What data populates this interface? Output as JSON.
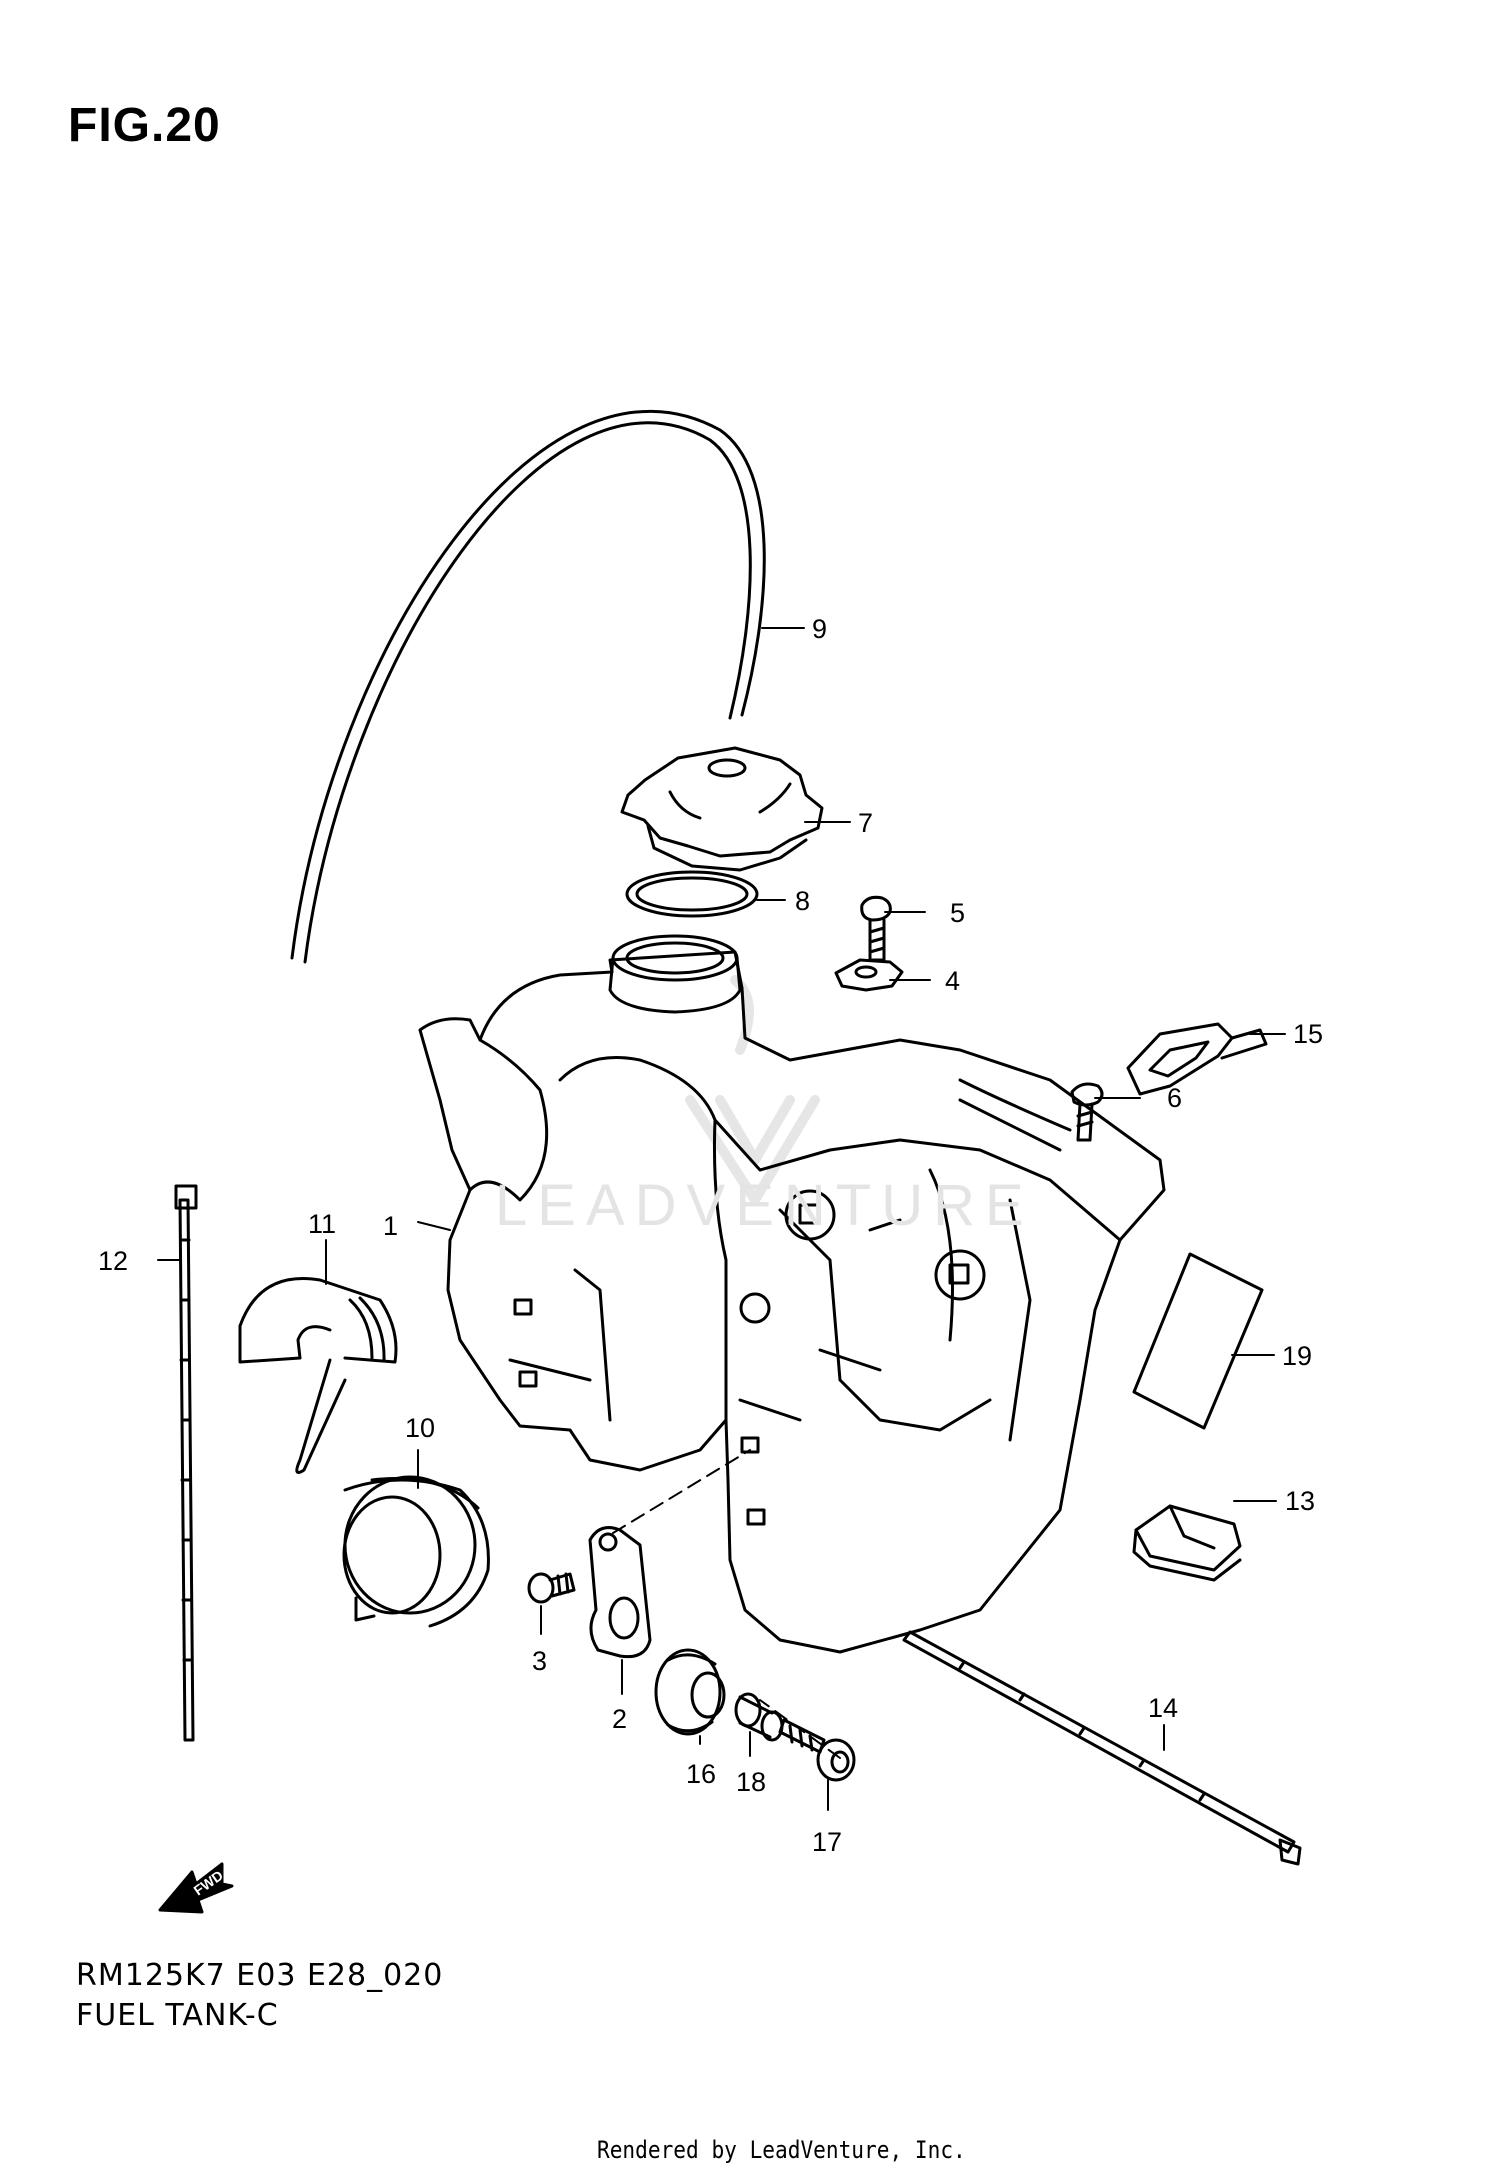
{
  "figure_title": "FIG.20",
  "model_code": "RM125K7 E03 E28_020",
  "assembly_name": "FUEL TANK-C",
  "credit": "Rendered by LeadVenture, Inc.",
  "watermark": "LEADVENTURE",
  "fwd_label": "FWD",
  "callouts": [
    {
      "id": "c1",
      "label": "1"
    },
    {
      "id": "c2",
      "label": "2"
    },
    {
      "id": "c3",
      "label": "3"
    },
    {
      "id": "c4",
      "label": "4"
    },
    {
      "id": "c5",
      "label": "5"
    },
    {
      "id": "c6",
      "label": "6"
    },
    {
      "id": "c7",
      "label": "7"
    },
    {
      "id": "c8",
      "label": "8"
    },
    {
      "id": "c9",
      "label": "9"
    },
    {
      "id": "c10",
      "label": "10"
    },
    {
      "id": "c11",
      "label": "11"
    },
    {
      "id": "c12",
      "label": "12"
    },
    {
      "id": "c13",
      "label": "13"
    },
    {
      "id": "c14",
      "label": "14"
    },
    {
      "id": "c15",
      "label": "15"
    },
    {
      "id": "c16",
      "label": "16"
    },
    {
      "id": "c17",
      "label": "17"
    },
    {
      "id": "c18",
      "label": "18"
    },
    {
      "id": "c19",
      "label": "19"
    }
  ]
}
